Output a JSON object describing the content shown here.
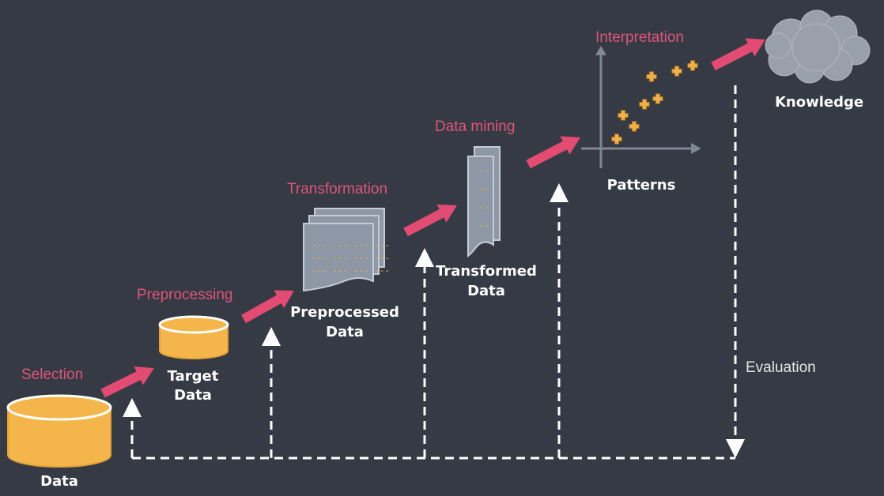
{
  "colors": {
    "background": "#353a44",
    "step_label": "#e0557a",
    "object_label": "#ffffff",
    "arrow": "#e24b72",
    "database": "#f4b64a",
    "database_edge": "#e3a236",
    "document": "#8e97a6",
    "document_edge": "#c5ccd6",
    "document_lines": "#f0b14a",
    "axis": "#7f8794",
    "pattern_marker": "#f0b14a",
    "cloud": "#9aa0aa",
    "feedback": "#ffffff",
    "evaluation_label": "#e6e6e6"
  },
  "steps": {
    "selection": "Selection",
    "preprocessing": "Preprocessing",
    "transformation": "Transformation",
    "data_mining": "Data mining",
    "interpretation": "Interpretation"
  },
  "objects": {
    "data": "Data",
    "target_data": [
      "Target",
      "Data"
    ],
    "preprocessed_data": [
      "Preprocessed",
      "Data"
    ],
    "transformed_data": [
      "Transformed",
      "Data"
    ],
    "patterns": "Patterns",
    "knowledge": "Knowledge"
  },
  "document_text": {
    "page_row": "--- --- --- ---",
    "column_row": "--"
  },
  "evaluation": "Evaluation",
  "icons": [
    "database-icon",
    "small-database-icon",
    "document-stack-icon",
    "document-column-icon",
    "scatter-plot-icon",
    "cloud-icon",
    "arrow-icon",
    "dashed-feedback-arrow"
  ]
}
